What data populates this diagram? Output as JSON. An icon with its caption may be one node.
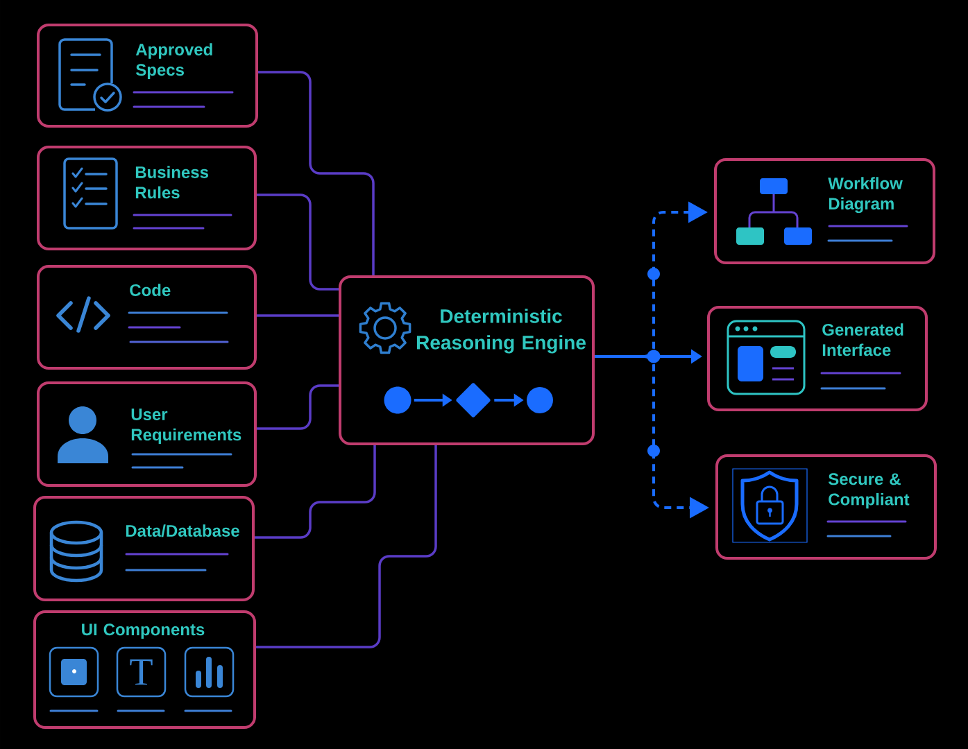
{
  "diagram": {
    "nodes": [
      {
        "text": [
          "Approved Specs"
        ]
      },
      {
        "text": [
          "Business Rules"
        ]
      },
      {
        "text": [
          "Code"
        ]
      },
      {
        "text": [
          "User Requirements"
        ]
      },
      {
        "text": [
          "Data/Database"
        ]
      },
      {
        "text": [
          "UI Components"
        ]
      },
      {
        "text": [
          "Deterministic Reasoning Engine"
        ]
      },
      {
        "text": [],
        "shape": "circle",
        "in": 6
      },
      {
        "text": [],
        "shape": "diamond",
        "in": 6
      },
      {
        "text": [],
        "shape": "circle",
        "in": 6
      },
      {
        "text": [
          "Workflow Diagram"
        ]
      },
      {
        "text": [
          "Generated Interface"
        ]
      },
      {
        "text": [
          "Secure & Compliant"
        ]
      }
    ],
    "edges": [
      {
        "from": 0,
        "to": 6,
        "arrow": "none"
      },
      {
        "from": 1,
        "to": 6,
        "arrow": "none"
      },
      {
        "from": 2,
        "to": 6,
        "arrow": "none"
      },
      {
        "from": 3,
        "to": 6,
        "arrow": "none"
      },
      {
        "from": 4,
        "to": 6,
        "arrow": "none"
      },
      {
        "from": 5,
        "to": 6,
        "arrow": "none"
      },
      {
        "from": 7,
        "to": 8,
        "arrow": "to",
        "color": "#1a6cff"
      },
      {
        "from": 8,
        "to": 9,
        "arrow": "to",
        "color": "#1a6cff"
      },
      {
        "from": 6,
        "to": 10,
        "arrow": "to",
        "style": "dashed",
        "color": "#1a6cff"
      },
      {
        "from": 6,
        "to": 11,
        "arrow": "to",
        "color": "#1a6cff"
      },
      {
        "from": 6,
        "to": 12,
        "arrow": "to",
        "style": "dashed",
        "color": "#1a6cff"
      }
    ],
    "labels": [
      "T"
    ]
  }
}
